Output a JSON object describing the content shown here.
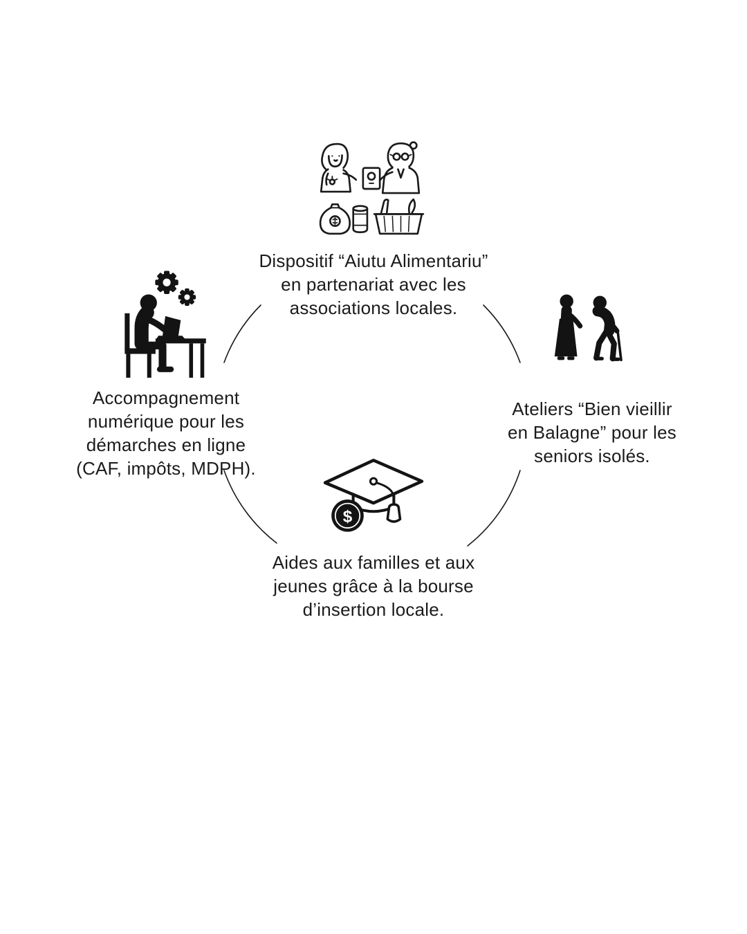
{
  "colors": {
    "ink": "#1a1a1a",
    "background": "#ffffff"
  },
  "items": [
    {
      "id": "food-aid",
      "icon": "food-donation-illustration",
      "text": "Dispositif “Aiutu Alimentariu”\nen partenariat avec les\nassociations locales."
    },
    {
      "id": "digital-support",
      "icon": "digital-assistance-icon",
      "text": "Accompagnement\nnumérique pour les\ndémarches en ligne\n(CAF, impôts, MDPH)."
    },
    {
      "id": "seniors-workshops",
      "icon": "elderly-couple-icon",
      "text": "Ateliers “Bien vieillir\nen Balagne” pour les\nseniors isolés."
    },
    {
      "id": "local-scholarship",
      "icon": "graduation-cap-coin-icon",
      "text": "Aides aux familles et aux\njeunes grâce à la bourse\nd’insertion locale.",
      "coin_symbol": "$"
    }
  ]
}
